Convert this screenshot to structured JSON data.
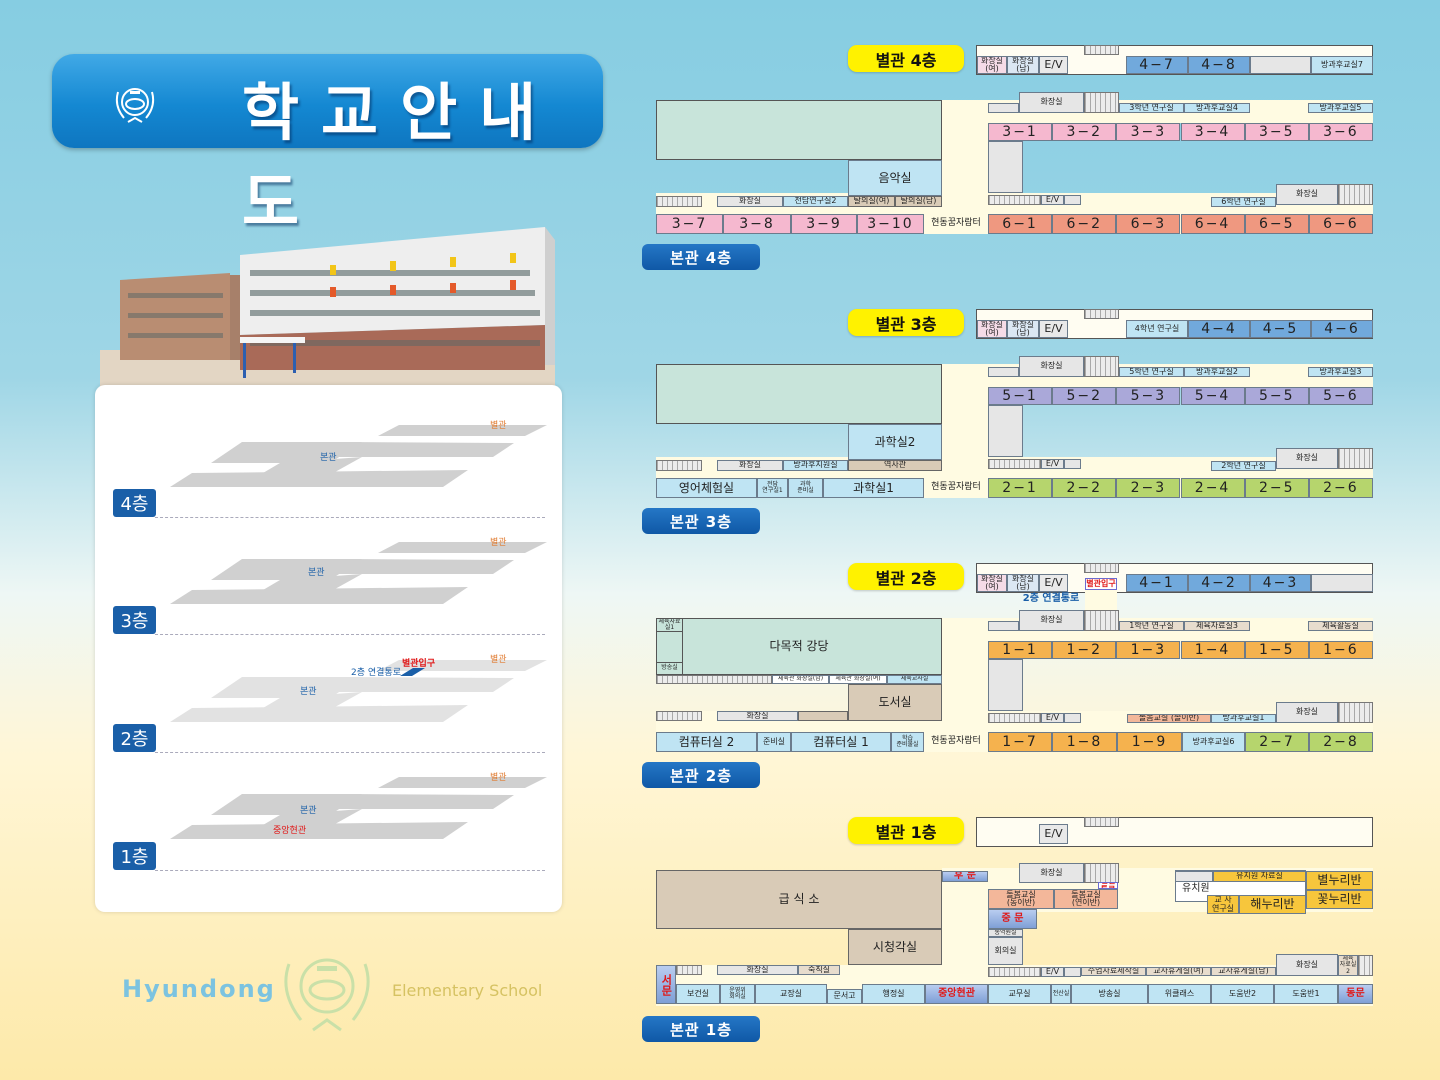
{
  "header": {
    "title": "학교안내도"
  },
  "overview": {
    "floors": [
      {
        "badge": "4층",
        "main": "본관",
        "annex": "별관"
      },
      {
        "badge": "3층",
        "main": "본관",
        "annex": "별관"
      },
      {
        "badge": "2층",
        "main": "본관",
        "annex": "별관",
        "connector": "2층 연결통로",
        "annex_entrance": "별관입구"
      },
      {
        "badge": "1층",
        "main": "본관",
        "annex": "별관",
        "entrance": "중앙현관"
      }
    ]
  },
  "footer": {
    "left": "Hyundong",
    "right": "Elementary School"
  },
  "floors": {
    "f4": {
      "annex_title": "별관 4층",
      "main_title": "본관 4층",
      "rooms": {
        "a_wcf": "화장실\n(여)",
        "a_wcm": "화장실\n(남)",
        "a_ev": "E/V",
        "a_r1": "4−7",
        "a_r2": "4−8",
        "a_r3": "방과후교실7",
        "t_wc": "화장실",
        "t_l1": "3학년 연구실",
        "t_l2": "방과후교실4",
        "t_l3": "방과후교실5",
        "c1": "3−1",
        "c2": "3−2",
        "c3": "3−3",
        "c4": "3−4",
        "c5": "3−5",
        "c6": "3−6",
        "feat": "음악실",
        "l_wc": "화장실",
        "l_1": "전담연구실2",
        "l_2": "탈의실(여)",
        "l_3": "탈의실(남)",
        "r_ev": "E/V",
        "r_lab": "6학년 연구실",
        "r_wc": "화장실",
        "b1": "3−7",
        "b2": "3−8",
        "b3": "3−9",
        "b4": "3−10",
        "b5": "현동꿈자람터",
        "d1": "6−1",
        "d2": "6−2",
        "d3": "6−3",
        "d4": "6−4",
        "d5": "6−5",
        "d6": "6−6"
      }
    },
    "f3": {
      "annex_title": "별관 3층",
      "main_title": "본관 3층",
      "rooms": {
        "a_wcf": "화장실\n(여)",
        "a_wcm": "화장실\n(남)",
        "a_ev": "E/V",
        "a_lab": "4학년 연구실",
        "a_r1": "4−4",
        "a_r2": "4−5",
        "a_r3": "4−6",
        "t_wc": "화장실",
        "t_l1": "5학년 연구실",
        "t_l2": "방과후교실2",
        "t_l3": "방과후교실3",
        "c1": "5−1",
        "c2": "5−2",
        "c3": "5−3",
        "c4": "5−4",
        "c5": "5−5",
        "c6": "5−6",
        "feat": "과학실2",
        "l_wc": "화장실",
        "l_1": "방과후지원실",
        "l_2": "역사관",
        "r_ev": "E/V",
        "r_lab": "2학년 연구실",
        "r_wc": "화장실",
        "b1": "영어체험실",
        "b2": "전담\n연구실1",
        "b3": "과학\n준비실",
        "b4": "과학실1",
        "b5": "현동꿈자람터",
        "d1": "2−1",
        "d2": "2−2",
        "d3": "2−3",
        "d4": "2−4",
        "d5": "2−5",
        "d6": "2−6"
      }
    },
    "f2": {
      "annex_title": "별관 2층",
      "main_title": "본관 2층",
      "rooms": {
        "a_wcf": "화장실\n(여)",
        "a_wcm": "화장실\n(남)",
        "a_ev": "E/V",
        "a_entry": "별관입구",
        "a_conn": "2층 연결통로",
        "a_r1": "4−1",
        "a_r2": "4−2",
        "a_r3": "4−3",
        "t_wc": "화장실",
        "t_l1": "1학년 연구실",
        "t_l2": "체육자료실3",
        "t_l3": "체육활동실",
        "c1": "1−1",
        "c2": "1−2",
        "c3": "1−3",
        "c4": "1−4",
        "c5": "1−5",
        "c6": "1−6",
        "hall": "다목적 강당",
        "pe1": "체육자료실1",
        "bc": "방송실",
        "pewcm": "체육관 화장실(남)",
        "pewcf": "체육관 화장실(여)",
        "pet": "체육교사실",
        "lib": "도서실",
        "l_wc": "화장실",
        "r_ev": "E/V",
        "r_care": "돌봄교실 (솔이반)",
        "r_lab": "방과후교실1",
        "r_wc": "화장실",
        "b1": "컴퓨터실 2",
        "b2": "준비실",
        "b3": "컴퓨터실 1",
        "b4": "학습\n준비물실",
        "b5": "현동꿈자람터",
        "d1": "1−7",
        "d2": "1−8",
        "d3": "1−9",
        "d4": "방과후교실6",
        "d5": "2−7",
        "d6": "2−8"
      }
    },
    "f1": {
      "annex_title": "별관 1층",
      "main_title": "본관 1층",
      "rooms": {
        "a_ev": "E/V",
        "cafe": "급 식 소",
        "av": "시청각실",
        "back": "후 문",
        "t_wc": "화장실",
        "link": "연결통로",
        "care1": "돌봄교실\n(동이반)",
        "care2": "돌봄교실\n(연이반)",
        "midgate": "중 문",
        "interp": "통역원실",
        "meet": "회의실",
        "kg": "유치원",
        "kg_res": "유치원 자료실",
        "kg_star": "별누리반",
        "kg_flower": "꽃누리반",
        "kg_teacher": "교 사\n연구실",
        "kg_sun": "해누리반",
        "west": "서문",
        "l_wc": "화장실",
        "night": "숙직실",
        "r_ev": "E/V",
        "r_mat": "수업자료제작실",
        "r_restf": "교사휴게실(여)",
        "r_restm": "교사휴게실(남)",
        "r_wc": "화장실",
        "r_pe2": "체육\n자료실\n2",
        "health": "보건실",
        "council": "운영위\n회의실",
        "principal": "교장실",
        "archive": "문서고",
        "admin": "행정실",
        "lobby": "중앙현관",
        "staff": "교무실",
        "it": "전산실",
        "broadcast": "방송실",
        "wee": "위클래스",
        "help2": "도움반2",
        "help1": "도움반1",
        "east": "동문"
      }
    }
  },
  "colors": {
    "title_blue": "#1488d2",
    "badge_blue": "#1a5fa8",
    "annex_yellow": "#fff200",
    "entrance_red": "#e01818"
  }
}
